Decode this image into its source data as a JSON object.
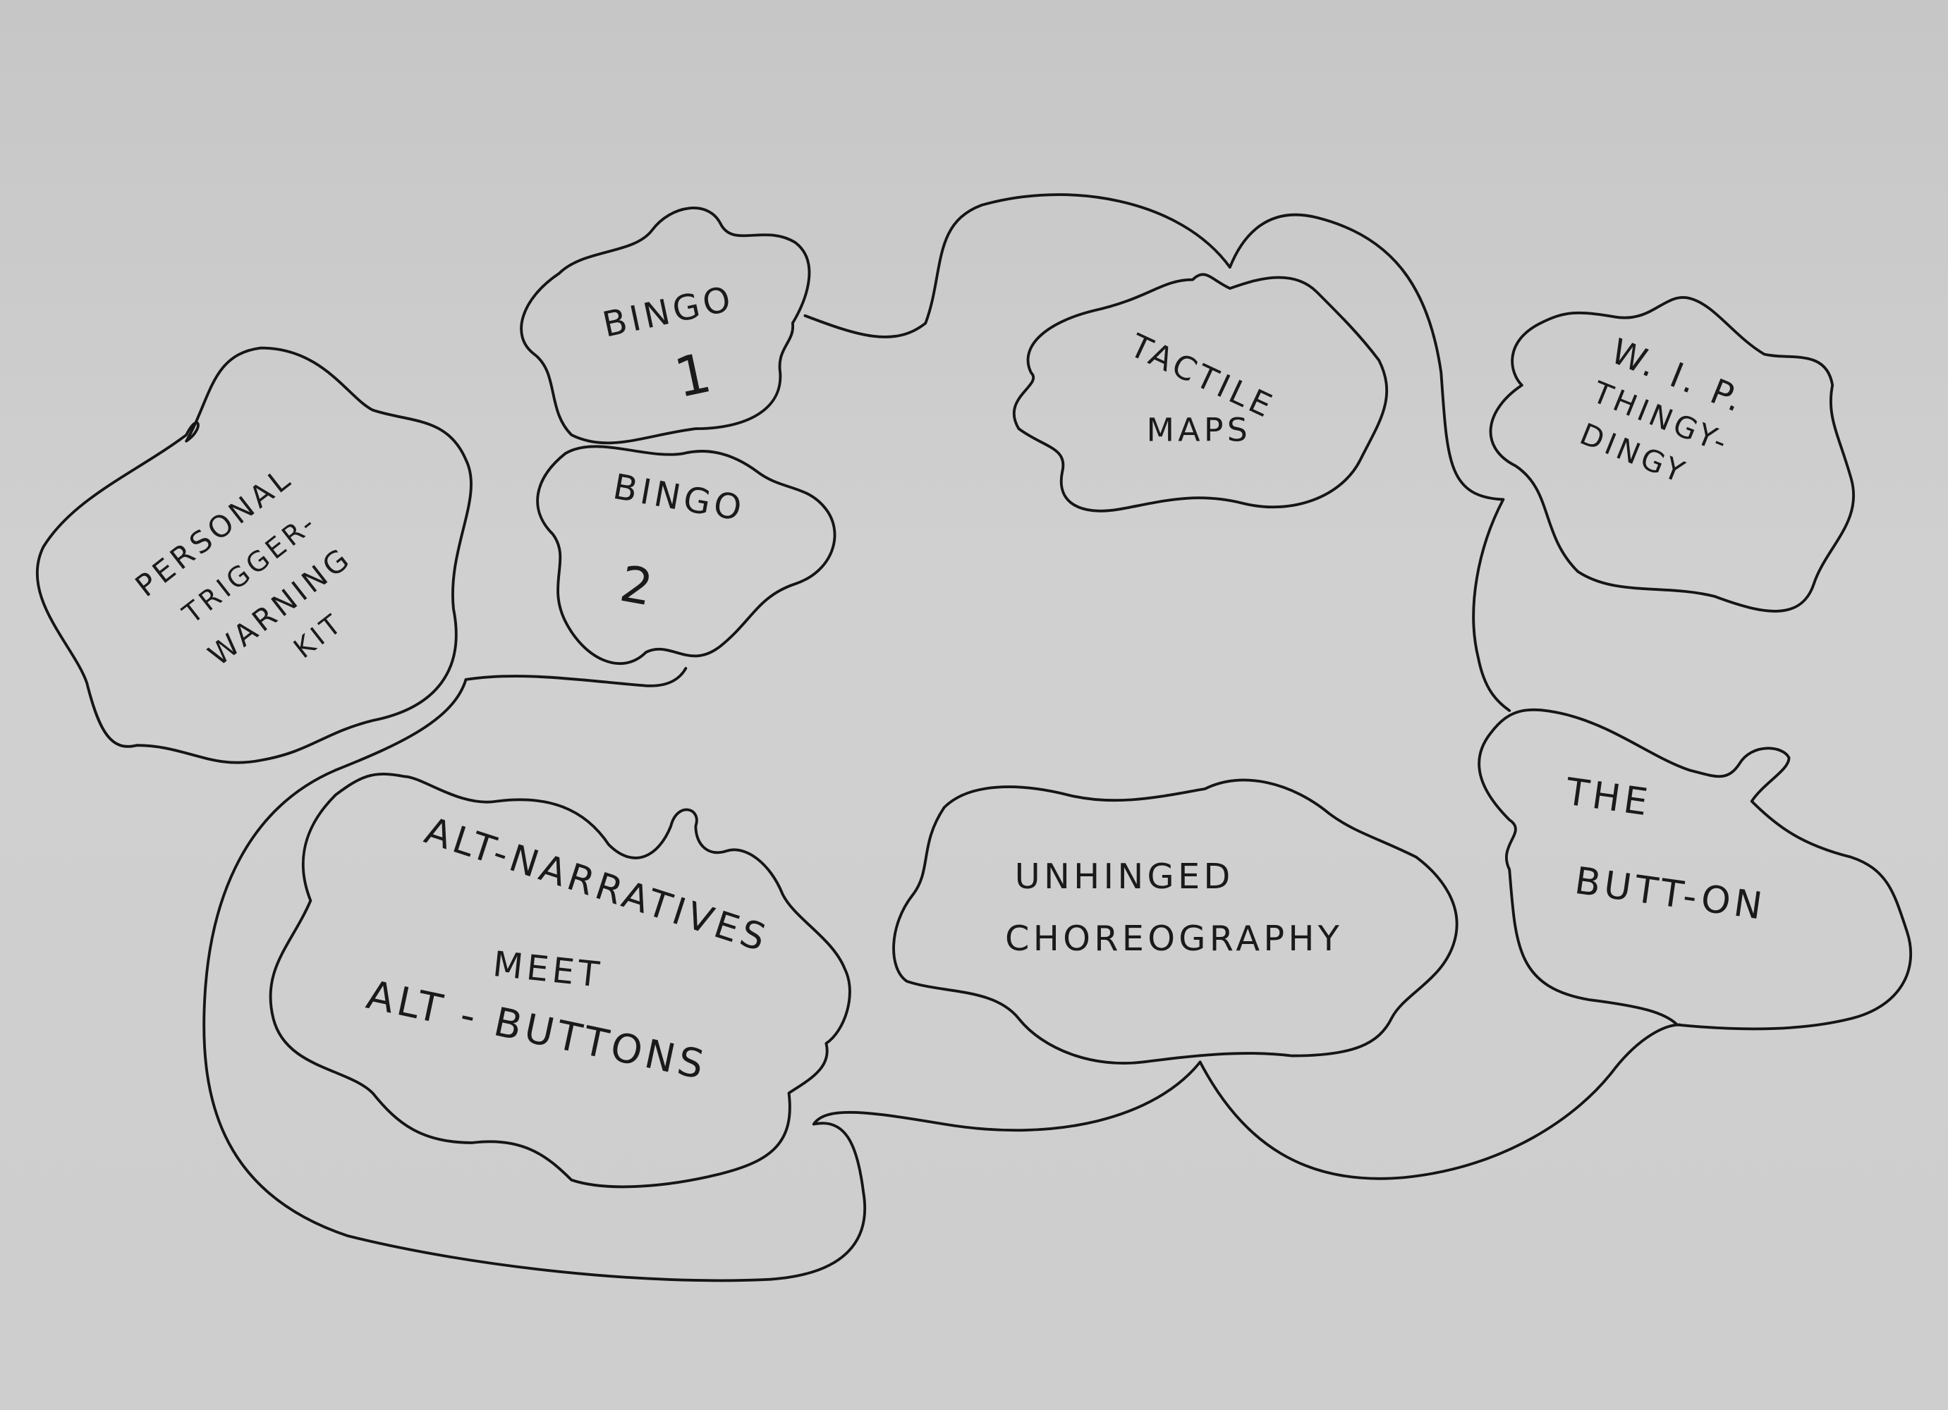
{
  "nodes": [
    {
      "id": "personal",
      "lines": [
        "PERSONAL",
        "TRIGGER-",
        "WARNING",
        "KIT"
      ]
    },
    {
      "id": "bingo1",
      "lines": [
        "BINGO",
        "1"
      ]
    },
    {
      "id": "bingo2",
      "lines": [
        "BINGO",
        "2"
      ]
    },
    {
      "id": "tactile",
      "lines": [
        "TACTILE",
        "MAPS"
      ]
    },
    {
      "id": "wip",
      "lines": [
        "W. I. P.",
        "THINGY-",
        "DINGY"
      ]
    },
    {
      "id": "button",
      "lines": [
        "THE",
        "BUTT-ON"
      ]
    },
    {
      "id": "choreo",
      "lines": [
        "UNHINGED",
        "CHOREOGRAPHY"
      ]
    },
    {
      "id": "alt",
      "lines": [
        "ALT-NARRATIVES",
        "MEET",
        "ALT - BUTTONS"
      ]
    }
  ],
  "colors": {
    "ink": "#151515",
    "paper": "#cbcbcb"
  }
}
